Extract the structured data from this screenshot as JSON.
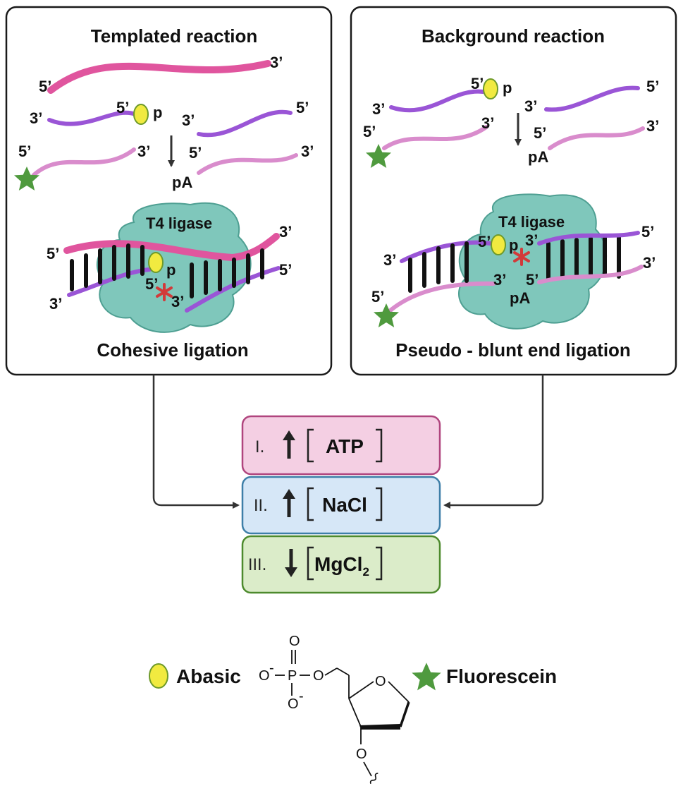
{
  "panels": {
    "templated": {
      "title": "Templated reaction",
      "caption": "Cohesive ligation",
      "enzyme": "T4 ligase",
      "labels": {
        "top_5": "5’",
        "top_3": "3’",
        "mid_3": "3’",
        "mid_5": "5’",
        "mid_p": "p",
        "bot_5": "5’",
        "bot_3": "3’",
        "right_mid_3": "3’",
        "right_mid_5": "5’",
        "right_bot_5": "5’",
        "right_bot_3": "3’",
        "pA": "pA",
        "duplex_5_left": "5’",
        "duplex_3_right": "3’",
        "duplex_3_left": "3’",
        "duplex_5_right": "5’",
        "nick_p": "p",
        "nick_5": "5’",
        "nick_3": "3’"
      }
    },
    "background": {
      "title": "Background reaction",
      "caption": "Pseudo - blunt end ligation",
      "enzyme": "T4 ligase",
      "labels": {
        "mid_3": "3’",
        "mid_5": "5’",
        "mid_p": "p",
        "bot_5": "5’",
        "bot_3": "3’",
        "right_mid_3": "3’",
        "right_mid_5": "5’",
        "right_bot_5": "5’",
        "right_bot_3": "3’",
        "pA": "pA",
        "duplex_3_left": "3’",
        "duplex_5_left_bottom": "5’",
        "nick_5": "5’",
        "nick_p": "p",
        "nick_3": "3’",
        "nick_3b": "3’",
        "nick_5b": "5’",
        "nick_pA": "pA",
        "duplex_5_right": "5’",
        "duplex_3_right": "3’"
      }
    }
  },
  "conditions": [
    {
      "numeral": "I.",
      "arrow": "up",
      "species": "ATP",
      "subscript": "",
      "fill": "#f4cfe3",
      "stroke": "#b0457e"
    },
    {
      "numeral": "II.",
      "arrow": "up",
      "species": "NaCl",
      "subscript": "",
      "fill": "#d6e7f7",
      "stroke": "#3e7fa8"
    },
    {
      "numeral": "III.",
      "arrow": "down",
      "species": "MgCl",
      "subscript": "2",
      "fill": "#dbecc9",
      "stroke": "#4d8a2d"
    }
  ],
  "legend": {
    "abasic": "Abasic",
    "fluorescein": "Fluorescein",
    "chem": {
      "o_top": "O",
      "o_minus_left": "O",
      "p": "P",
      "o_bridge": "O",
      "o_minus_bottom": "O",
      "o_ring": "O",
      "o_3prime": "O",
      "minus": "-"
    }
  },
  "colors": {
    "template_strand": "#e0559e",
    "purple_strand": "#9a55d6",
    "pink_strand": "#d98ccc",
    "ligase": "#7fc7bb",
    "abasic": "#f1ea40",
    "fluorescein": "#4f9a3e",
    "nick": "#d23a3a"
  }
}
